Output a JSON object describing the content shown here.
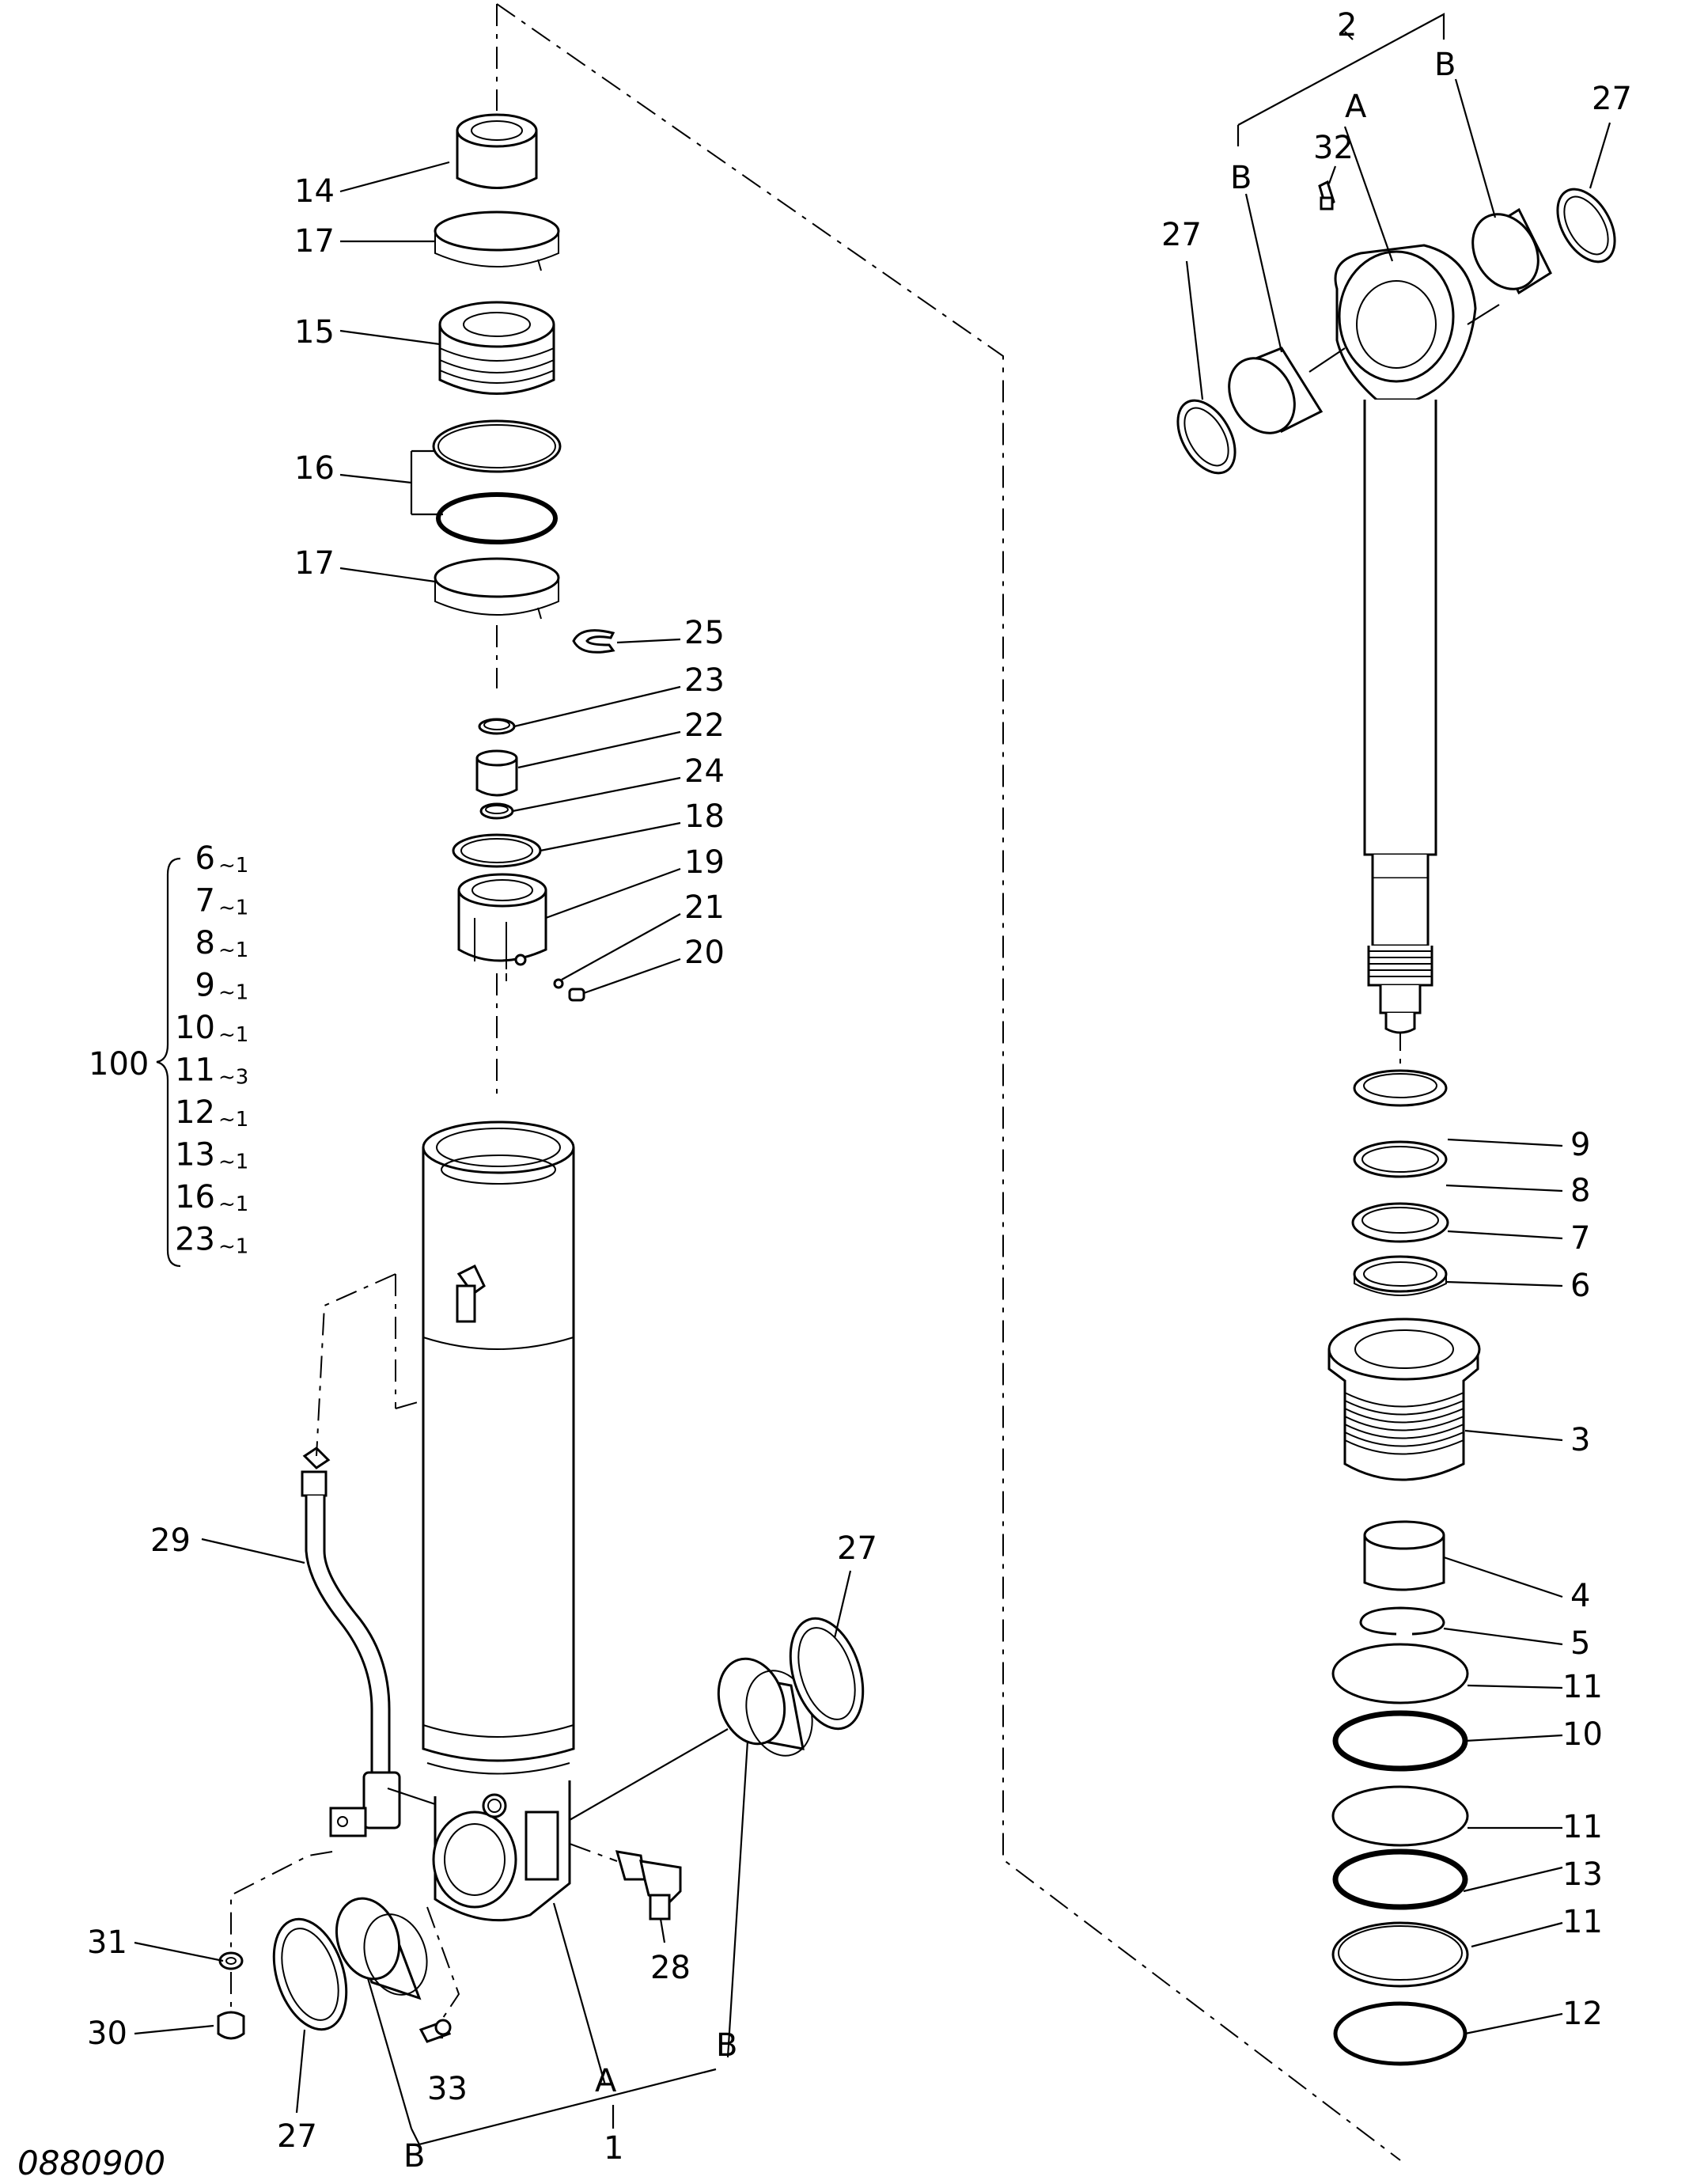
{
  "drawing_number": "0880900",
  "labels": {
    "l14": "14",
    "l17a": "17",
    "l15": "15",
    "l16": "16",
    "l17b": "17",
    "l25": "25",
    "l23": "23",
    "l22": "22",
    "l24": "24",
    "l18": "18",
    "l19": "19",
    "l21": "21",
    "l20": "20",
    "l29": "29",
    "l27a": "27",
    "l28": "28",
    "l31": "31",
    "l30": "30",
    "l33": "33",
    "l27b": "27",
    "lAb": "A",
    "lBb": "B",
    "lBb2": "B",
    "l1": "1",
    "l2": "2",
    "lAt": "A",
    "lBt": "B",
    "lBt2": "B",
    "l32": "32",
    "l27c": "27",
    "l27d": "27",
    "l9": "9",
    "l8": "8",
    "l7": "7",
    "l6": "6",
    "l3": "3",
    "l4": "4",
    "l5": "5",
    "l11a": "11",
    "l10": "10",
    "l11b": "11",
    "l13": "13",
    "l11c": "11",
    "l12": "12"
  },
  "kit": {
    "label": "100",
    "items": [
      {
        "part": "6",
        "qty": "~1"
      },
      {
        "part": "7",
        "qty": "~1"
      },
      {
        "part": "8",
        "qty": "~1"
      },
      {
        "part": "9",
        "qty": "~1"
      },
      {
        "part": "10",
        "qty": "~1"
      },
      {
        "part": "11",
        "qty": "~3"
      },
      {
        "part": "12",
        "qty": "~1"
      },
      {
        "part": "13",
        "qty": "~1"
      },
      {
        "part": "16",
        "qty": "~1"
      },
      {
        "part": "23",
        "qty": "~1"
      }
    ]
  }
}
